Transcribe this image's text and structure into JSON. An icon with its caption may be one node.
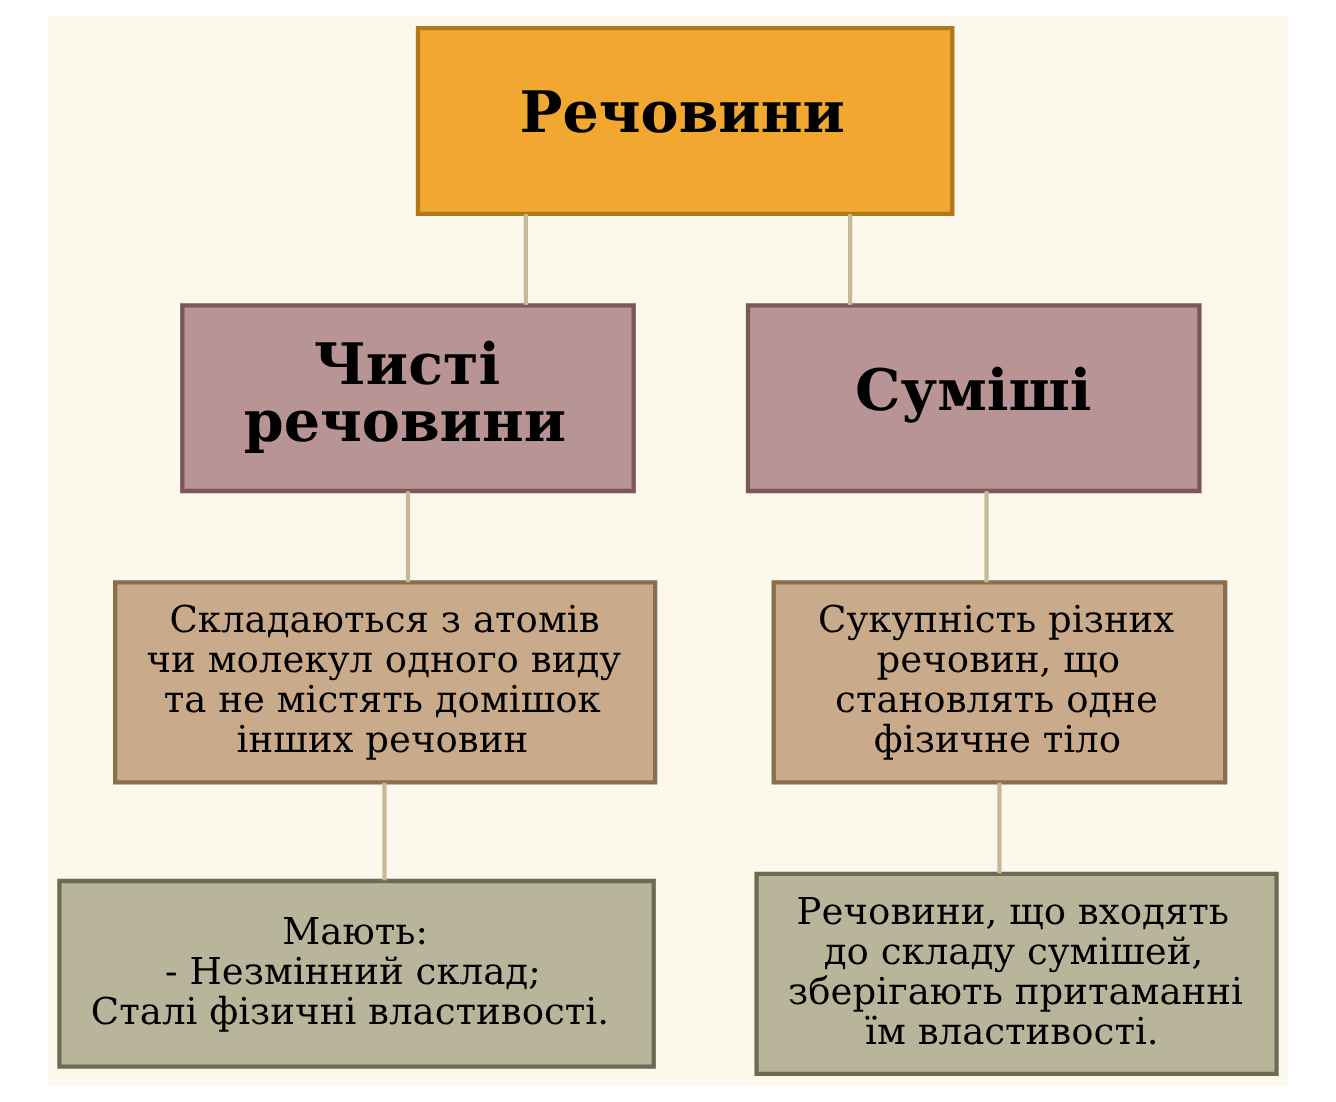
{
  "diagram": {
    "nodes": [
      {
        "text": [
          "Речовини"
        ]
      },
      {
        "text": [
          "Чисті речовини"
        ]
      },
      {
        "text": [
          "Суміші"
        ]
      },
      {
        "text": [
          "Складаються з атомів чи молекул одного виду та не містять домішок інших речовин"
        ]
      },
      {
        "text": [
          "Сукупність різних речовин, що становлять одне фізичне тіло"
        ]
      },
      {
        "text": [
          "Мають:",
          "- Незмінний склад;",
          "Сталі фізичні властивості."
        ]
      },
      {
        "text": [
          "Речовини, що входять до складу сумішей, зберігають притаманні їм властивості."
        ]
      }
    ],
    "edges": [
      {
        "from": 0,
        "to": 1,
        "arrow": "none"
      },
      {
        "from": 0,
        "to": 2,
        "arrow": "none"
      },
      {
        "from": 1,
        "to": 3,
        "arrow": "none"
      },
      {
        "from": 2,
        "to": 4,
        "arrow": "none"
      },
      {
        "from": 3,
        "to": 5,
        "arrow": "none"
      },
      {
        "from": 4,
        "to": 6,
        "arrow": "none"
      }
    ]
  }
}
